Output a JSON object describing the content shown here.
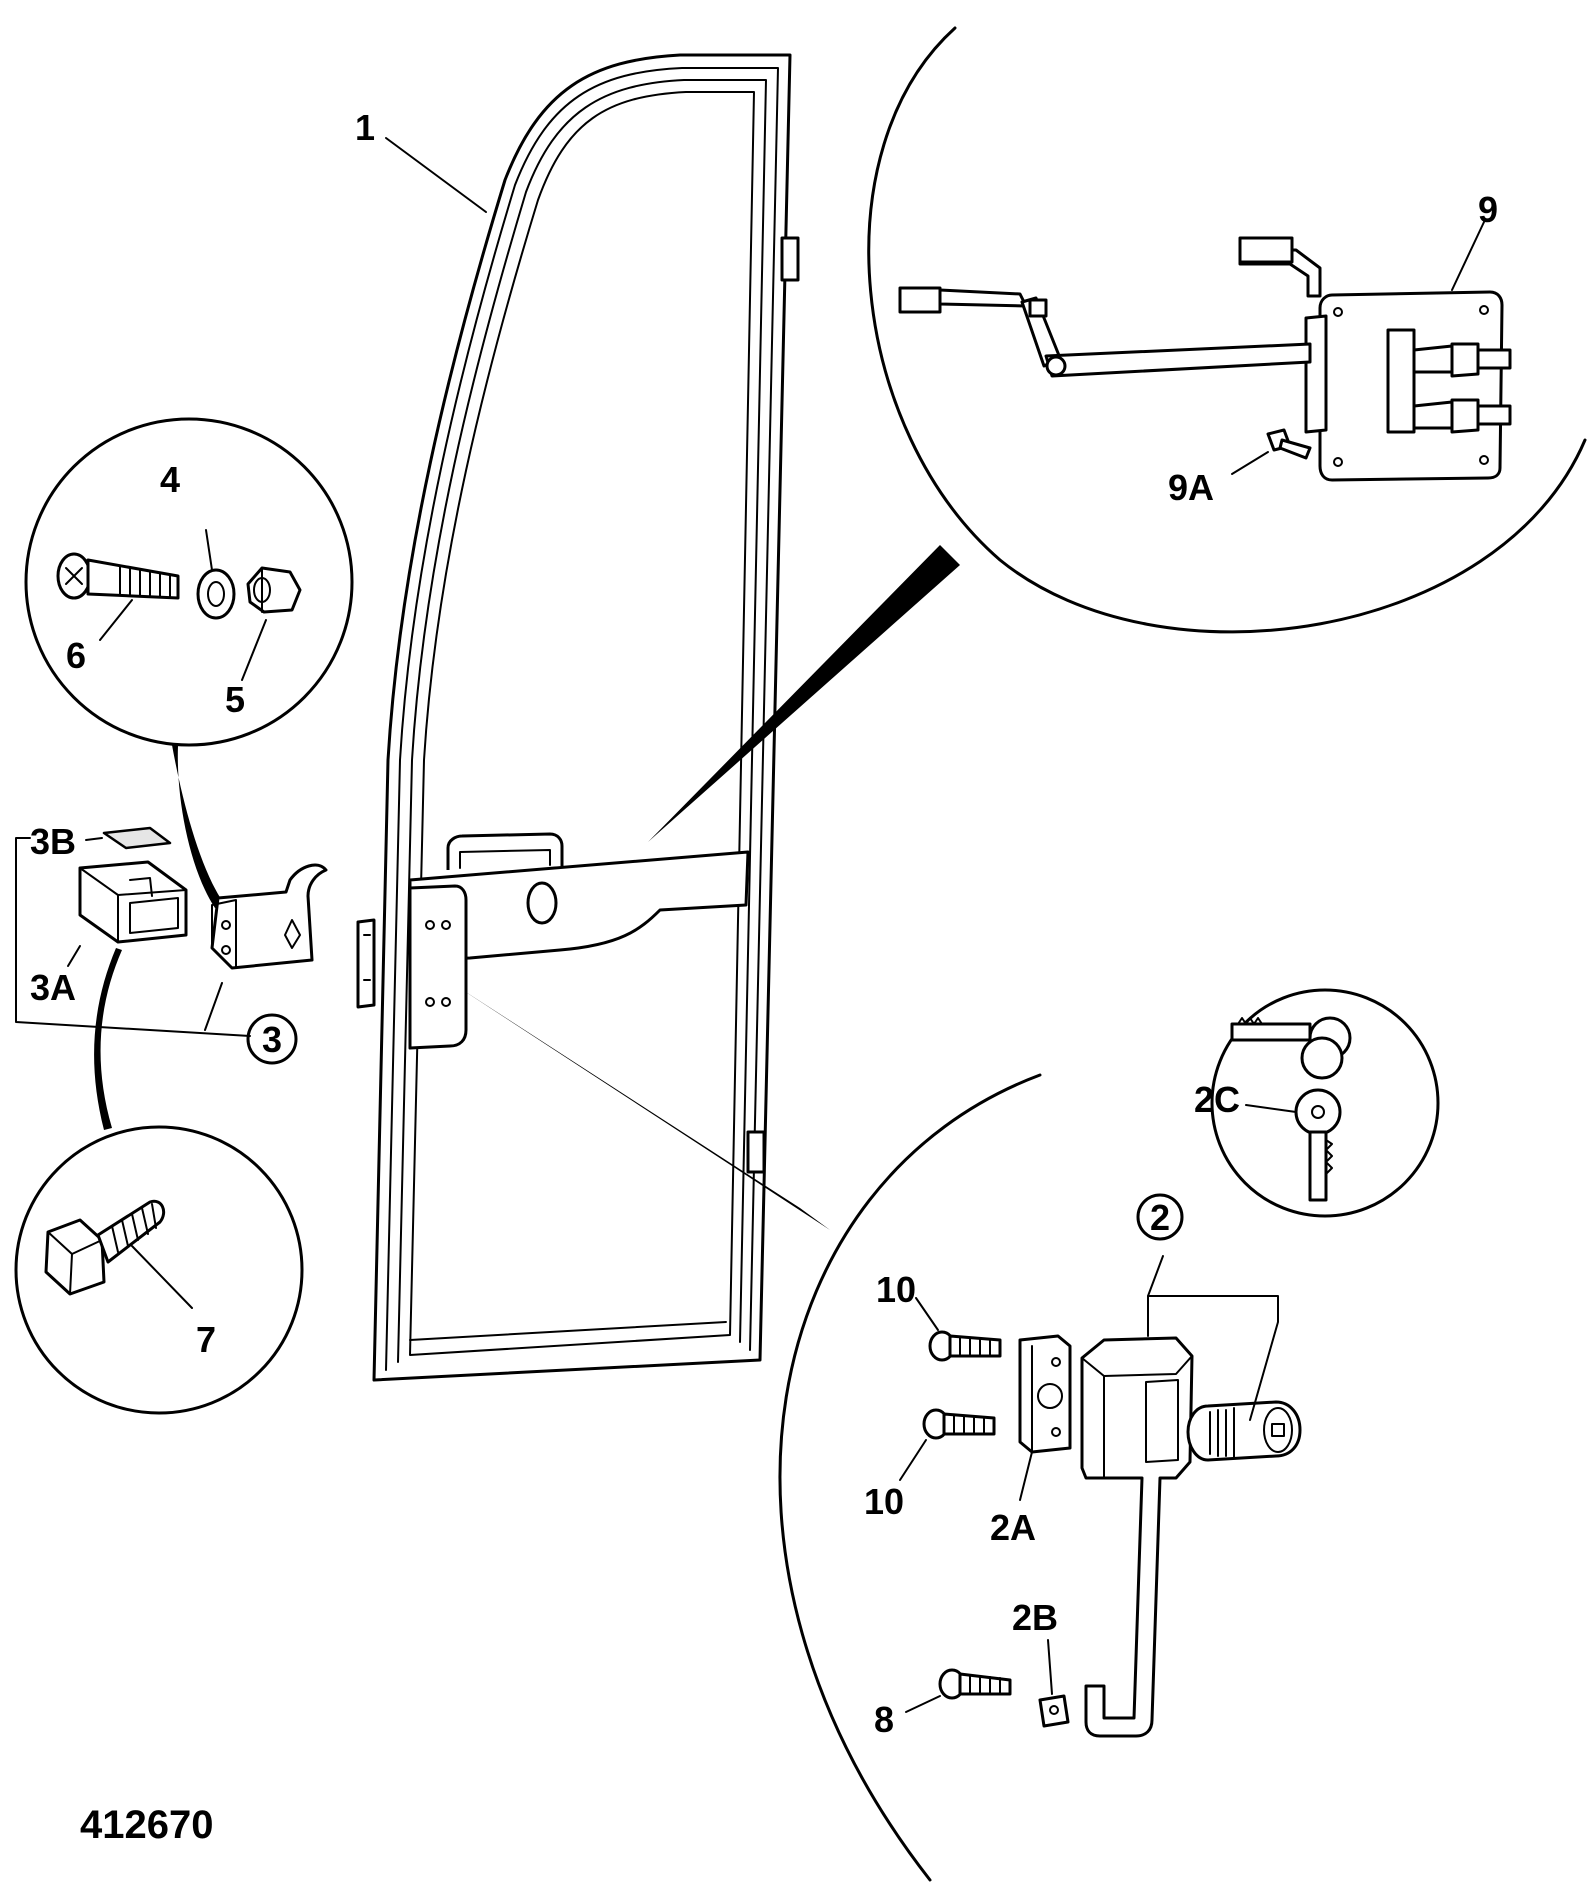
{
  "figure_number": "412670",
  "callouts": {
    "c1": "1",
    "c2": "2",
    "c2a": "2A",
    "c2b": "2B",
    "c2c": "2C",
    "c3": "3",
    "c3a": "3A",
    "c3b": "3B",
    "c4": "4",
    "c5": "5",
    "c6": "6",
    "c7": "7",
    "c8": "8",
    "c9": "9",
    "c9a": "9A",
    "c10a": "10",
    "c10b": "10"
  }
}
